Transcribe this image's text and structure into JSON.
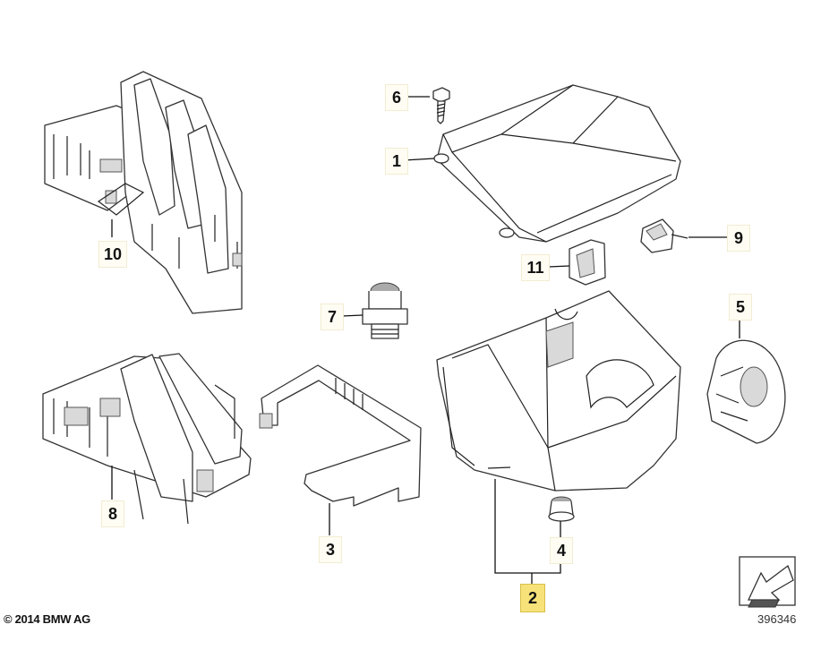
{
  "diagram": {
    "callouts": [
      {
        "id": "c1",
        "label": "1",
        "highlighted": false
      },
      {
        "id": "c2",
        "label": "2",
        "highlighted": true
      },
      {
        "id": "c3",
        "label": "3",
        "highlighted": false
      },
      {
        "id": "c4",
        "label": "4",
        "highlighted": false
      },
      {
        "id": "c5",
        "label": "5",
        "highlighted": false
      },
      {
        "id": "c6",
        "label": "6",
        "highlighted": false
      },
      {
        "id": "c7",
        "label": "7",
        "highlighted": false
      },
      {
        "id": "c8",
        "label": "8",
        "highlighted": false
      },
      {
        "id": "c9",
        "label": "9",
        "highlighted": false
      },
      {
        "id": "c10",
        "label": "10",
        "highlighted": false
      },
      {
        "id": "c11",
        "label": "11",
        "highlighted": false
      }
    ],
    "highlight_color": "#f7e27a",
    "copyright": "© 2014 BMW AG",
    "drawing_id": "396346"
  }
}
